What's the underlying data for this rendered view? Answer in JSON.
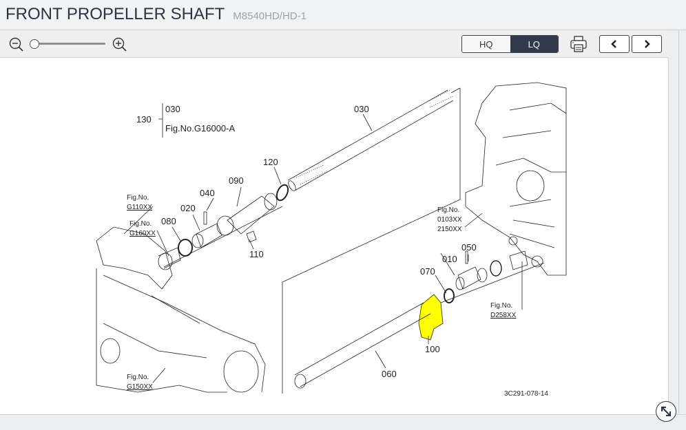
{
  "header": {
    "title": "FRONT PROPELLER SHAFT",
    "model": "M8540HD/HD-1"
  },
  "toolbar": {
    "zoom_out_icon": "zoom-out-icon",
    "zoom_in_icon": "zoom-in-icon",
    "zoom_level": 0,
    "quality": {
      "hq_label": "HQ",
      "lq_label": "LQ",
      "selected": "LQ"
    },
    "print_icon": "printer-icon",
    "prev_icon": "chevron-left-icon",
    "next_icon": "chevron-right-icon"
  },
  "diagram": {
    "highlight_color": "#ffff00",
    "labels": {
      "p030": "030",
      "p130": "130",
      "p130_sub1": "030",
      "p130_sub2": "Fig.No.G16000-A",
      "p120": "120",
      "p040": "040",
      "p090": "090",
      "p020": "020",
      "p080": "080",
      "p110": "110",
      "p050": "050",
      "p010": "010",
      "p070": "070",
      "p100": "100",
      "p060": "060",
      "drawing_code": "3C291-078-14"
    },
    "fig_refs": {
      "g110": {
        "title": "Fig.No.",
        "code": "G110XX"
      },
      "g160": {
        "title": "Fig.No.",
        "code": "G160XX"
      },
      "g150": {
        "title": "Fig.No.",
        "code": "G150XX"
      },
      "f0103": {
        "title": "Fig.No.",
        "code1": "0103XX",
        "code2": "2150XX"
      },
      "d258": {
        "title": "Fig.No.",
        "code": "D258XX"
      }
    }
  },
  "footer": {
    "expand_icon": "expand-icon"
  }
}
